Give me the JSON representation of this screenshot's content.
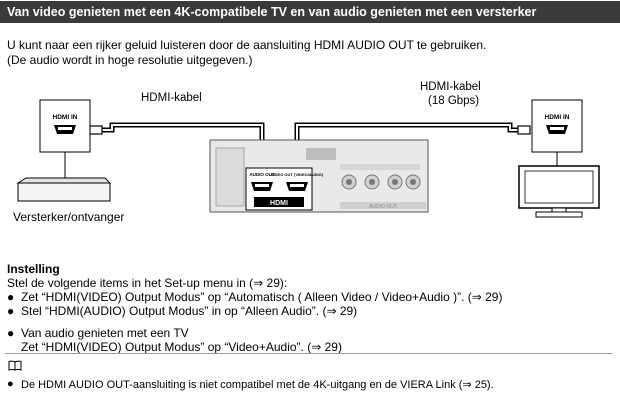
{
  "header": {
    "title": "Van video genieten met een 4K-compatibele TV en van audio genieten met een versterker"
  },
  "intro": {
    "line1": "U kunt naar een rijker geluid luisteren door de aansluiting HDMI AUDIO OUT te gebruiken.",
    "line2": "(De audio wordt in hoge resolutie uitgegeven.)"
  },
  "diagram": {
    "cable_left": "HDMI-kabel",
    "cable_right_line1": "HDMI-kabel",
    "cable_right_line2": "(18 Gbps)",
    "amp_port": "HDMI IN",
    "tv_port": "HDMI IN",
    "amp_label": "Versterker/ontvanger",
    "audio_out_port": "AUDIO OUT",
    "video_out_port": "VIDEO OUT (VIDEO/AUDIO)",
    "hdmi_logo": "HDMI",
    "audio_out_panel": "AUDIO OUT"
  },
  "settings": {
    "heading": "Instelling",
    "intro": "Stel de volgende items in het Set-up menu in (⇒ 29):",
    "items": [
      "Zet “HDMI(VIDEO) Output Modus” op “Automatisch ( Alleen Video / Video+Audio )”. (⇒ 29)",
      "Stel “HDMI(AUDIO) Output Modus” in op “Alleen Audio”. (⇒ 29)"
    ],
    "extra_title": "Van audio genieten met een TV",
    "extra_text": "Zet “HDMI(VIDEO) Output Modus” op “Video+Audio”. (⇒ 29)"
  },
  "note": {
    "text": "De HDMI AUDIO OUT-aansluiting is niet compatibel met de 4K-uitgang en de VIERA Link (⇒ 25)."
  }
}
